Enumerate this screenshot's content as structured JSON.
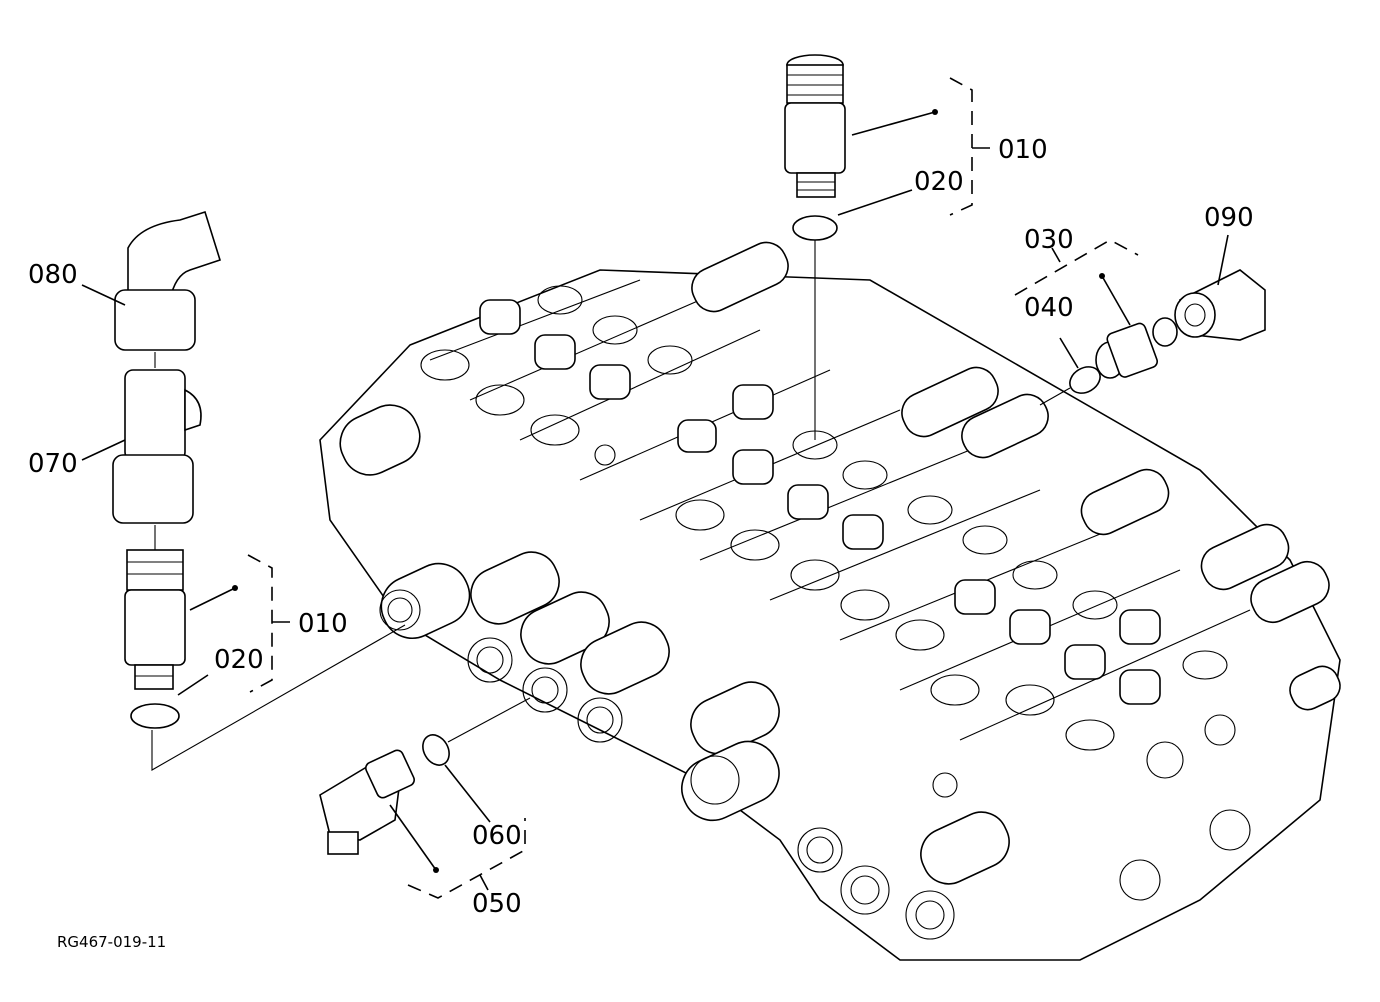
{
  "drawing": {
    "reference_code": "RG467-019-11",
    "callouts": {
      "upper_010": "010",
      "upper_020": "020",
      "c030": "030",
      "c040": "040",
      "c090": "090",
      "c080": "080",
      "c070": "070",
      "lower_010": "010",
      "lower_020": "020",
      "c060": "060",
      "c050": "050"
    }
  },
  "icons": [
    "relief-valve-icon",
    "o-ring-icon",
    "elbow-fitting-icon",
    "tee-fitting-icon",
    "adapter-fitting-icon",
    "control-valve-block-icon"
  ]
}
